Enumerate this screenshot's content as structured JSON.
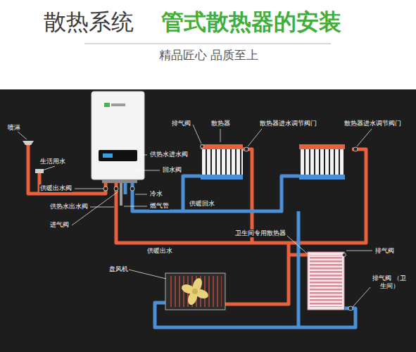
{
  "diagram": {
    "title": "散热系统",
    "labels": [
      "管式散热器的安装",
      "精品匠心 品质至上",
      "喷淋",
      "生活用水",
      "供暖出水阀",
      "供热水出水阀",
      "进气阀",
      "供热水进水阀",
      "回水阀",
      "冷水",
      "燃气管",
      "排气阀",
      "散热器",
      "散热器进水调节阀门",
      "散热器进水调节阀门",
      "供暖回水",
      "供暖出水",
      "卫生间专用散热器",
      "排气阀",
      "盘风机",
      "排气阀 （卫生间）"
    ]
  }
}
